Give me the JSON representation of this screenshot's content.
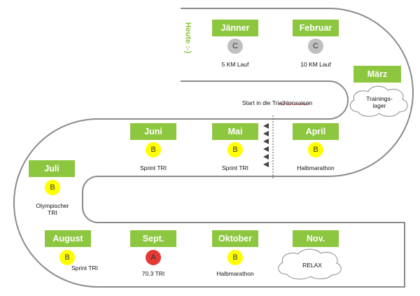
{
  "colors": {
    "month_box": "#8dc63f",
    "track": "#7f7f7f",
    "dot_C": "#c0c0c0",
    "dot_B": "#ffff00",
    "dot_A": "#e53935",
    "heute": "#8dc63f"
  },
  "heute": "Heute :-)",
  "months": {
    "jan": "Jänner",
    "feb": "Februar",
    "mar": "März",
    "apr": "April",
    "may": "Mai",
    "jun": "Juni",
    "jul": "Juli",
    "aug": "August",
    "sep": "Sept.",
    "oct": "Oktober",
    "nov": "Nov."
  },
  "priorities": {
    "jan": "C",
    "feb": "C",
    "apr": "B",
    "may": "B",
    "jun": "B",
    "jul": "B",
    "aug": "B",
    "sep": "A",
    "oct": "B"
  },
  "events": {
    "jan": "5 KM Lauf",
    "feb": "10 KM Lauf",
    "apr": "Halbmarathon",
    "may": "Sprint TRI",
    "jun": "Sprint TRI",
    "jul_line1": "Olympischer",
    "jul_line2": "TRI",
    "aug": "Sprint TRI",
    "sep": "70.3 TRI",
    "oct": "Halbmarathon"
  },
  "season_start": "Start in die Triathlonsaison",
  "clouds": {
    "march_line1": "Trainings-",
    "march_line2": "lager",
    "november": "RELAX"
  }
}
